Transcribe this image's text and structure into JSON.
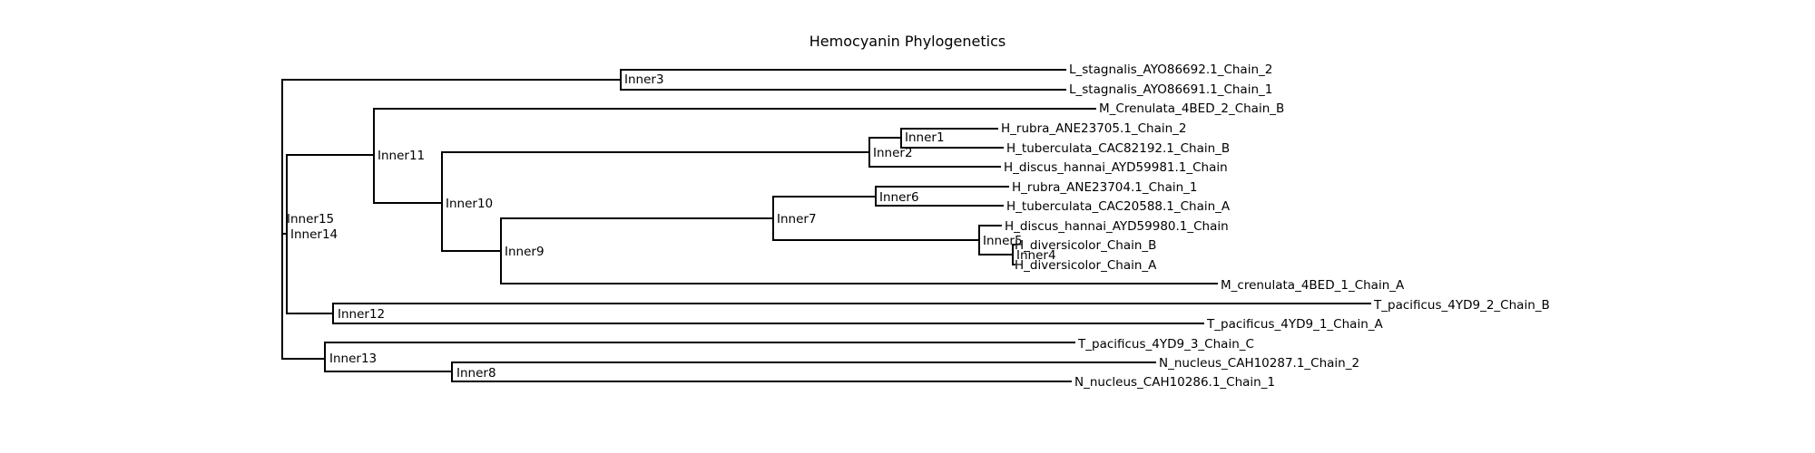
{
  "title": "Hemocyanin Phylogenetics",
  "leaves": {
    "l1": "L_stagnalis_AYO86692.1_Chain_2",
    "l2": "L_stagnalis_AYO86691.1_Chain_1",
    "l3": "M_Crenulata_4BED_2_Chain_B",
    "l4": "H_rubra_ANE23705.1_Chain_2",
    "l5": "H_tuberculata_CAC82192.1_Chain_B",
    "l6": "H_discus_hannai_AYD59981.1_Chain",
    "l7": "H_rubra_ANE23704.1_Chain_1",
    "l8": "H_tuberculata_CAC20588.1_Chain_A",
    "l9": "H_discus_hannai_AYD59980.1_Chain",
    "l10": "H_diversicolor_Chain_B",
    "l11": "H_diversicolor_Chain_A",
    "l12": "M_crenulata_4BED_1_Chain_A",
    "l13": "T_pacificus_4YD9_2_Chain_B",
    "l14": "T_pacificus_4YD9_1_Chain_A",
    "l15": "T_pacificus_4YD9_3_Chain_C",
    "l16": "N_nucleus_CAH10287.1_Chain_2",
    "l17": "N_nucleus_CAH10286.1_Chain_1"
  },
  "inner": {
    "i1": "Inner1",
    "i2": "Inner2",
    "i3": "Inner3",
    "i4": "Inner4",
    "i5": "Inner5",
    "i6": "Inner6",
    "i7": "Inner7",
    "i8": "Inner8",
    "i9": "Inner9",
    "i10": "Inner10",
    "i11": "Inner11",
    "i12": "Inner12",
    "i13": "Inner13",
    "i14": "Inner14",
    "i15": "Inner15"
  }
}
